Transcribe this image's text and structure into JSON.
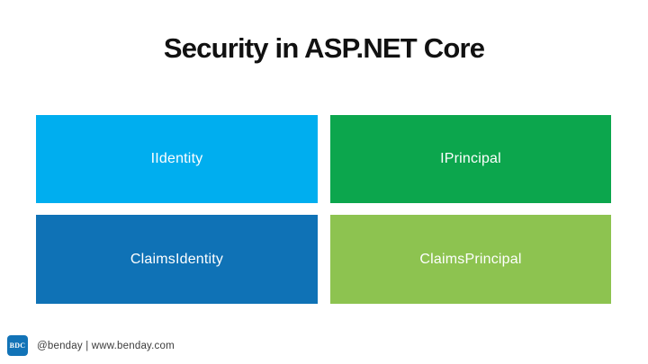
{
  "slide": {
    "title": "Security in ASP.NET Core",
    "title_color": "#111111",
    "background": "#FFFFFF",
    "boxes": [
      {
        "id": "iidentity",
        "label": "IIdentity",
        "bg": "#00AEEF",
        "text_color": "#FFFFFF"
      },
      {
        "id": "iprincipal",
        "label": "IPrincipal",
        "bg": "#0CA64D",
        "text_color": "#FFFFFF"
      },
      {
        "id": "claimsidentity",
        "label": "ClaimsIdentity",
        "bg": "#0F72B6",
        "text_color": "#FFFFFF"
      },
      {
        "id": "claimsprincipal",
        "label": "ClaimsPrincipal",
        "bg": "#8DC350",
        "text_color": "#FFFFFF"
      }
    ],
    "footer": {
      "logo_text": "BDC",
      "logo_bg": "#1273B7",
      "handle_line": "@benday | www.benday.com"
    }
  }
}
